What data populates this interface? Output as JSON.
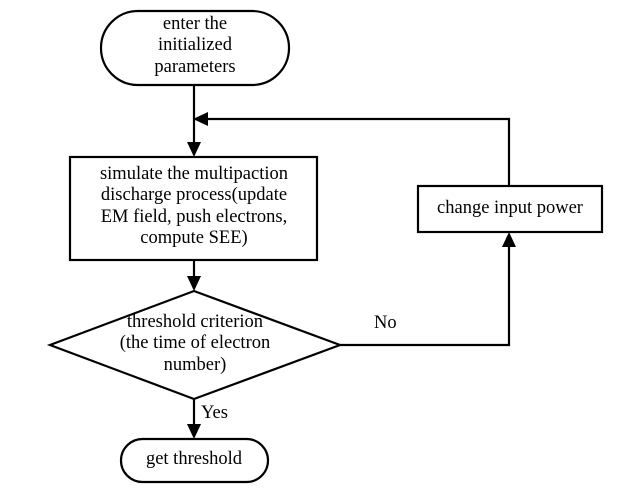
{
  "diagram": {
    "title": "multipaction discharge threshold simulation flowchart",
    "background_color": "#ffffff",
    "stroke_color": "#000000",
    "nodes": [
      {
        "id": "start",
        "shape": "stadium",
        "label": "enter the\ninitialized\nparameters"
      },
      {
        "id": "process",
        "shape": "rectangle",
        "label": "simulate the multipaction\ndischarge process(update\nEM field, push electrons,\ncompute SEE)"
      },
      {
        "id": "decision",
        "shape": "diamond",
        "label": "threshold criterion\n(the time of electron\nnumber)"
      },
      {
        "id": "change_power",
        "shape": "rectangle",
        "label": "change input power"
      },
      {
        "id": "end",
        "shape": "stadium",
        "label": "get threshold"
      }
    ],
    "edges": [
      {
        "id": "start-to-process",
        "from": "start",
        "to": "process",
        "label": ""
      },
      {
        "id": "process-to-decision",
        "from": "process",
        "to": "decision",
        "label": ""
      },
      {
        "id": "decision-to-end",
        "from": "decision",
        "to": "end",
        "label": "Yes"
      },
      {
        "id": "decision-to-change-power",
        "from": "decision",
        "to": "change_power",
        "label": "No"
      },
      {
        "id": "change-power-to-process",
        "from": "change_power",
        "to": "process",
        "label": ""
      }
    ]
  }
}
